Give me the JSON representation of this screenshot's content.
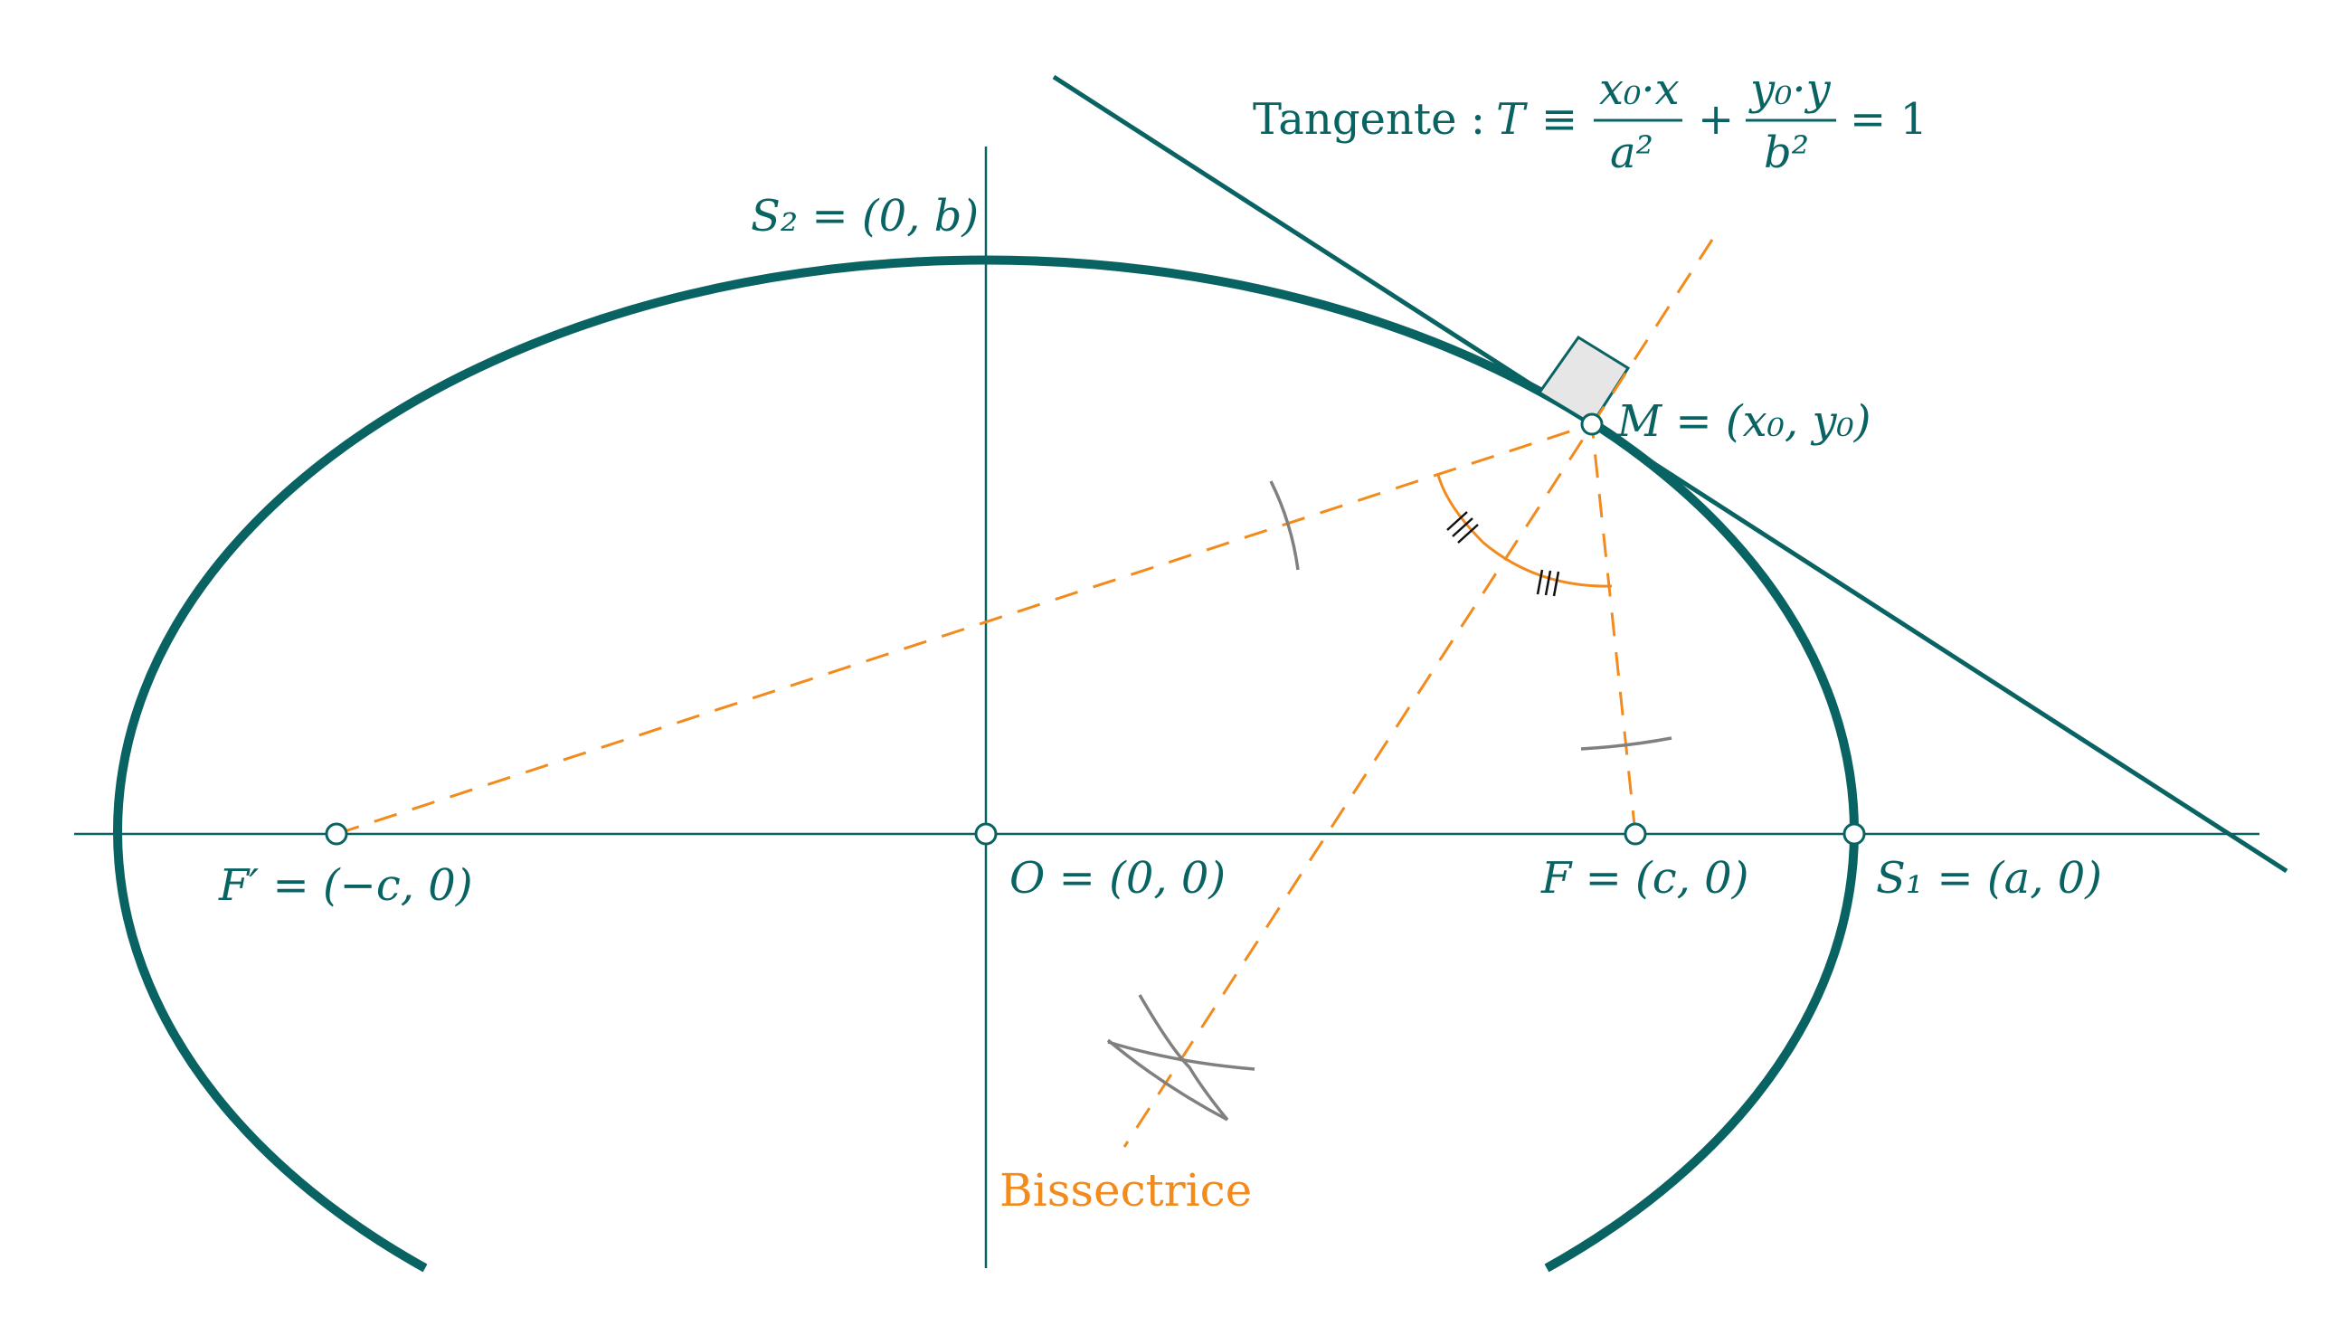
{
  "colors": {
    "primary": "#0a6363",
    "construction": "#f28a1c",
    "arc": "#808080",
    "right_angle_fill": "#e6e6e6"
  },
  "labels": {
    "tangent_prefix": "Tangente : ",
    "tangent_T": "T",
    "tangent_equiv": "≡",
    "tangent_num1": "x₀·x",
    "tangent_den1": "a²",
    "tangent_plus": "+",
    "tangent_num2": "y₀·y",
    "tangent_den2": "b²",
    "tangent_rhs": "= 1",
    "s2": "S₂ = (0, b)",
    "m": "M = (x₀, y₀)",
    "f_prime": "F′ = (−c, 0)",
    "o": "O = (0, 0)",
    "f": "F = (c, 0)",
    "s1": "S₁ = (a, 0)",
    "bisector": "Bissectrice"
  }
}
